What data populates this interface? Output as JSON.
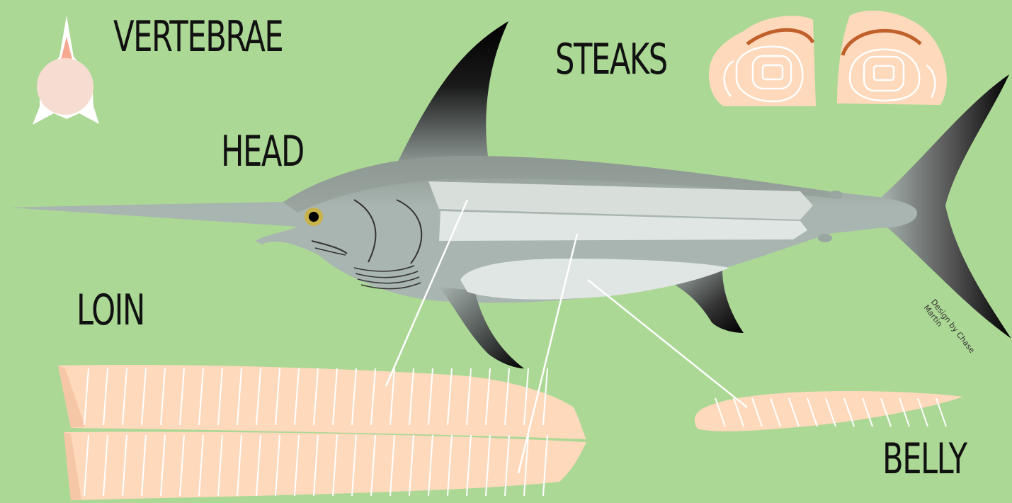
{
  "labels": {
    "vertebrae": "VERTEBRAE",
    "steaks": "STEAKS",
    "head": "HEAD",
    "loin": "LOIN",
    "belly": "BELLY"
  },
  "credit": "Design by Chase Martin",
  "colors": {
    "background": "#acd895",
    "fish_body": "#a9b5b0",
    "fin_dark": "#111111",
    "meat": "#ffd9bc",
    "meat_edge": "#f6c7a6",
    "bloodline": "#c0602a",
    "leader_line": "#ffffff",
    "vertebra_center": "#f7ddd1"
  },
  "icons": [
    "swordfish",
    "vertebra",
    "steak",
    "loin-fillet",
    "belly-fillet"
  ]
}
